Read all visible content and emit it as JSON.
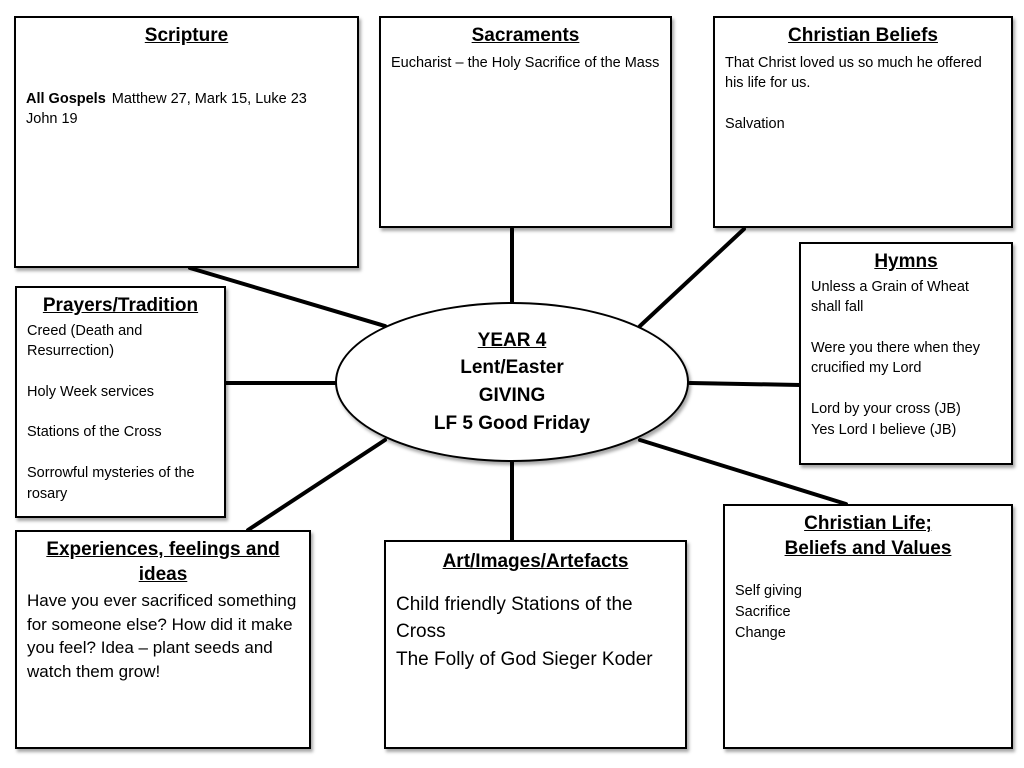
{
  "center": {
    "line1": "YEAR 4",
    "line2": "Lent/Easter",
    "line3": "GIVING",
    "line4": "LF 5  Good Friday"
  },
  "scripture": {
    "title": "Scripture",
    "label": "All Gospels",
    "text1": "Matthew 27, Mark 15, Luke 23",
    "text2": "John 19"
  },
  "sacraments": {
    "title": "Sacraments",
    "text": "Eucharist – the Holy Sacrifice of the Mass"
  },
  "beliefs": {
    "title": "Christian Beliefs",
    "text1": "That Christ loved us so much he offered his life for us.",
    "text2": "Salvation"
  },
  "hymns": {
    "title": "Hymns",
    "line1": "Unless a Grain of Wheat",
    "line2": "shall fall",
    "line3": "Were you there when they",
    "line4": "crucified my Lord",
    "line5": "Lord by your cross (JB)",
    "line6": "Yes Lord I believe (JB)"
  },
  "prayers": {
    "title": "Prayers/Tradition",
    "item1": "Creed (Death and Resurrection)",
    "item2": "Holy Week services",
    "item3": "Stations of the Cross",
    "item4": "Sorrowful mysteries of the rosary"
  },
  "experiences": {
    "title": "Experiences, feelings and ideas",
    "text": "Have you ever sacrificed something for someone else? How did it make you feel? Idea – plant seeds and watch them grow!"
  },
  "art": {
    "title": "Art/Images/Artefacts",
    "line1": "Child friendly Stations of the Cross",
    "line2": "The Folly of God Sieger Koder"
  },
  "life": {
    "title1": "Christian Life;",
    "title2": "Beliefs and Values",
    "line1": "Self giving",
    "line2": "Sacrifice",
    "line3": "Change"
  }
}
